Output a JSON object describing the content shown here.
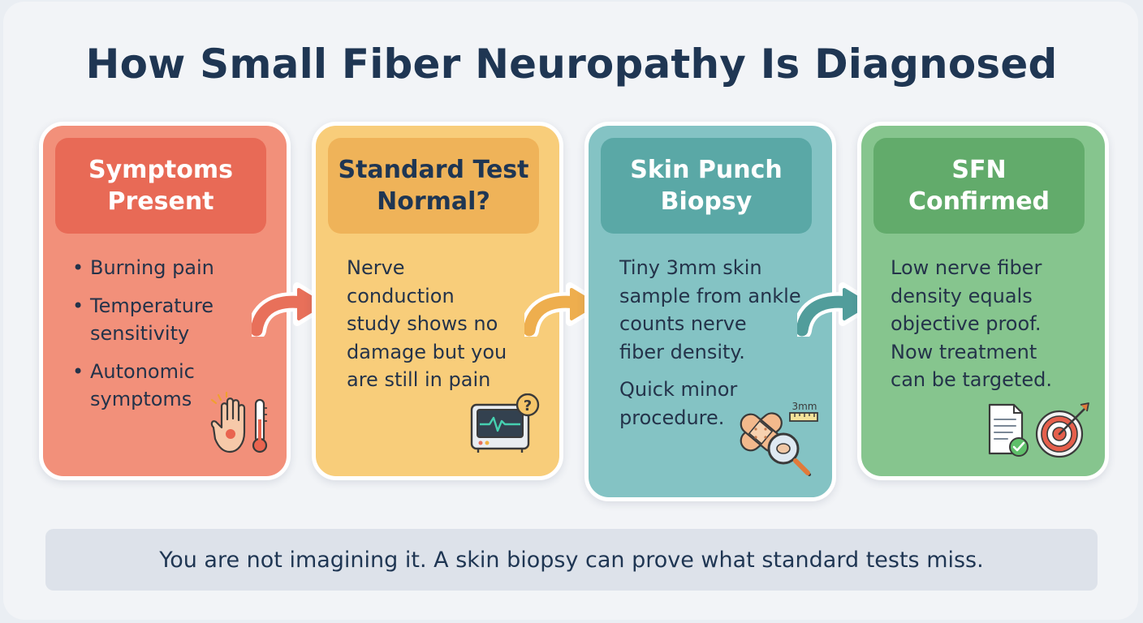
{
  "title": "How Small Fiber Neuropathy Is Diagnosed",
  "colors": {
    "title": "#1f3653",
    "card1_bg": "#f2907a",
    "card1_header": "#e86a56",
    "card1_header_text": "#ffffff",
    "card2_bg": "#f8cd7a",
    "card2_header": "#efb359",
    "card2_header_text": "#1f3653",
    "card3_bg": "#84c3c4",
    "card3_header": "#5aa8a6",
    "card3_header_text": "#ffffff",
    "card4_bg": "#86c58e",
    "card4_header": "#62ab6b",
    "card4_header_text": "#ffffff",
    "arrow1": "#e8705a",
    "arrow2": "#eeae4e",
    "arrow3": "#519d9b"
  },
  "steps": [
    {
      "header": [
        "Symptoms",
        "Present"
      ],
      "bullets": [
        [
          "Burning pain"
        ],
        [
          "Temperature",
          "sensitivity"
        ],
        [
          "Autonomic",
          "symptoms"
        ]
      ],
      "icon": "hand-pain-thermometer-icon"
    },
    {
      "header": [
        "Standard Test",
        "Normal?"
      ],
      "paragraphs": [
        [
          "Nerve",
          "conduction",
          "study shows no",
          "damage but you",
          "are still in pain"
        ]
      ],
      "icon": "monitor-question-icon"
    },
    {
      "header": [
        "Skin Punch",
        "Biopsy"
      ],
      "paragraphs": [
        [
          "Tiny 3mm skin",
          "sample from ankle",
          "counts nerve",
          "fiber density."
        ],
        [
          "Quick minor",
          "procedure."
        ]
      ],
      "icon": "bandage-magnifier-icon",
      "icon_label": "3mm"
    },
    {
      "header": [
        "SFN",
        "Confirmed"
      ],
      "paragraphs": [
        [
          "Low nerve fiber",
          "density equals",
          "objective proof.",
          "Now treatment",
          "can be targeted."
        ]
      ],
      "icon": "document-target-icon"
    }
  ],
  "footer": "You are not imagining it. A skin biopsy can prove what standard tests miss."
}
